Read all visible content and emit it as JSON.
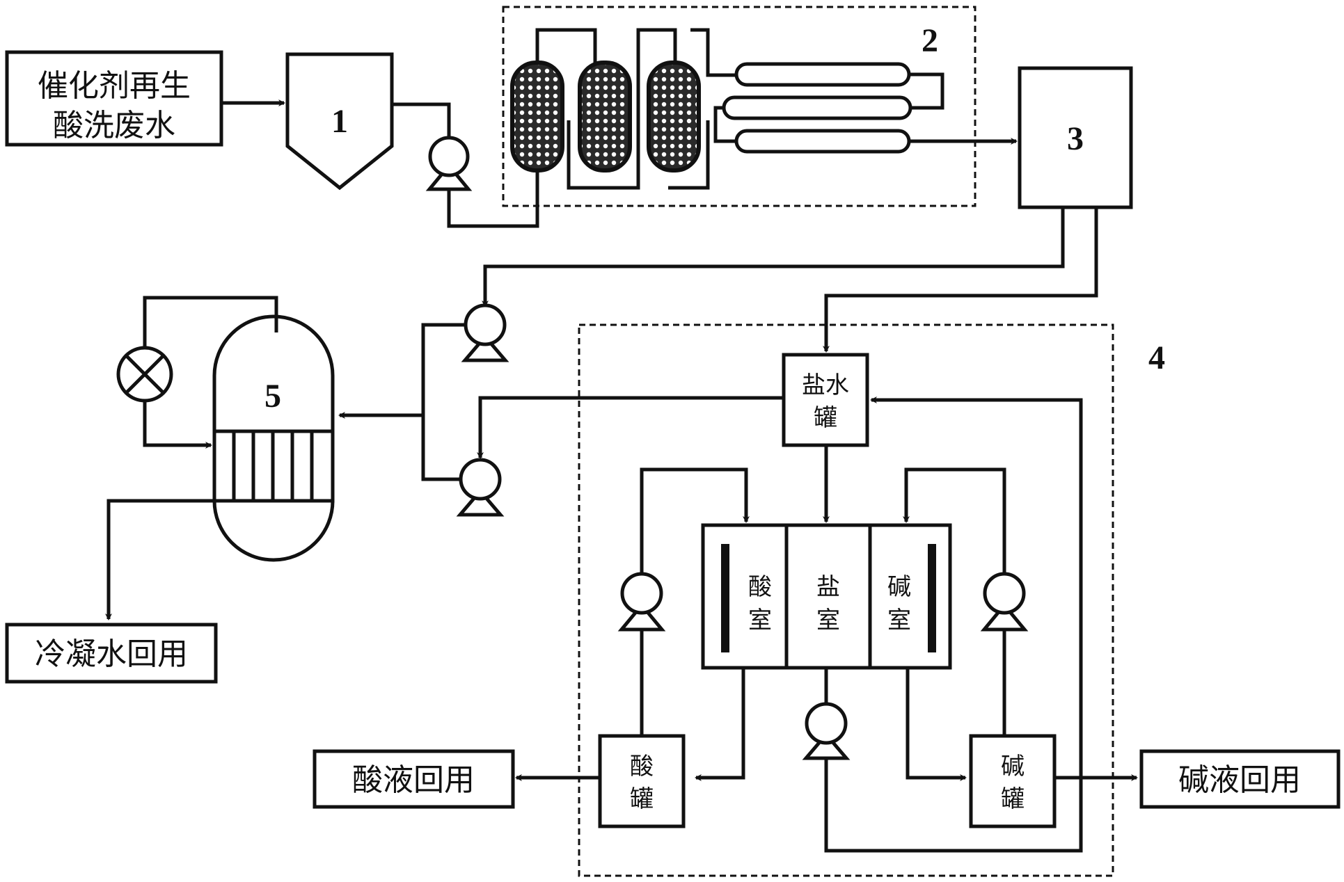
{
  "labels": {
    "wastewater_line1": "催化剂再生",
    "wastewater_line2": "酸洗废水",
    "condensate": "冷凝水回用",
    "acid_reuse": "酸液回用",
    "alkali_reuse": "碱液回用",
    "brine_tank_line1": "盐水",
    "brine_tank_line2": "罐",
    "acid_tank_line1": "酸",
    "acid_tank_line2": "罐",
    "alkali_tank_line1": "碱",
    "alkali_tank_line2": "罐",
    "acid_chamber_line1": "酸",
    "acid_chamber_line2": "室",
    "salt_chamber_line1": "盐",
    "salt_chamber_line2": "室",
    "alkali_chamber_line1": "碱",
    "alkali_chamber_line2": "室"
  },
  "units": {
    "u1": "1",
    "u2": "2",
    "u3": "3",
    "u4": "4",
    "u5": "5"
  }
}
